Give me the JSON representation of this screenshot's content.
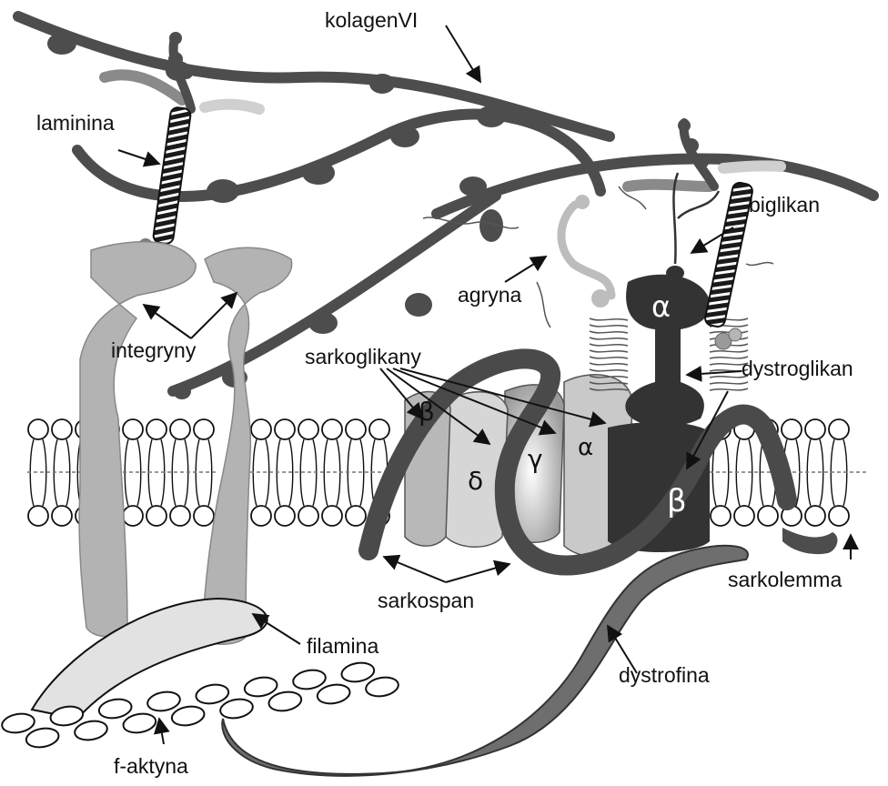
{
  "labels": {
    "kolagen": "kolagenVI",
    "laminina": "laminina",
    "integryny": "integryny",
    "agryna": "agryna",
    "biglikan": "biglikan",
    "sarkoglikany": "sarkoglikany",
    "dystroglikan": "dystroglikan",
    "sarkolemma": "sarkolemma",
    "sarkospan": "sarkospan",
    "filamina": "filamina",
    "dystrofina": "dystrofina",
    "f_aktyna": "f-aktyna"
  },
  "subunits": {
    "sg_beta": "β",
    "sg_delta": "δ",
    "sg_gamma": "γ",
    "sg_alpha": "α",
    "dg_alpha": "α",
    "dg_beta": "β"
  },
  "colors": {
    "collagen": "#4d4d4d",
    "dark_protein": "#333333",
    "integrin": "#b3b3b3",
    "agrin": "#bdbdbd",
    "dystrophin": "#6e6e6e",
    "filamin": "#e2e2e2"
  }
}
